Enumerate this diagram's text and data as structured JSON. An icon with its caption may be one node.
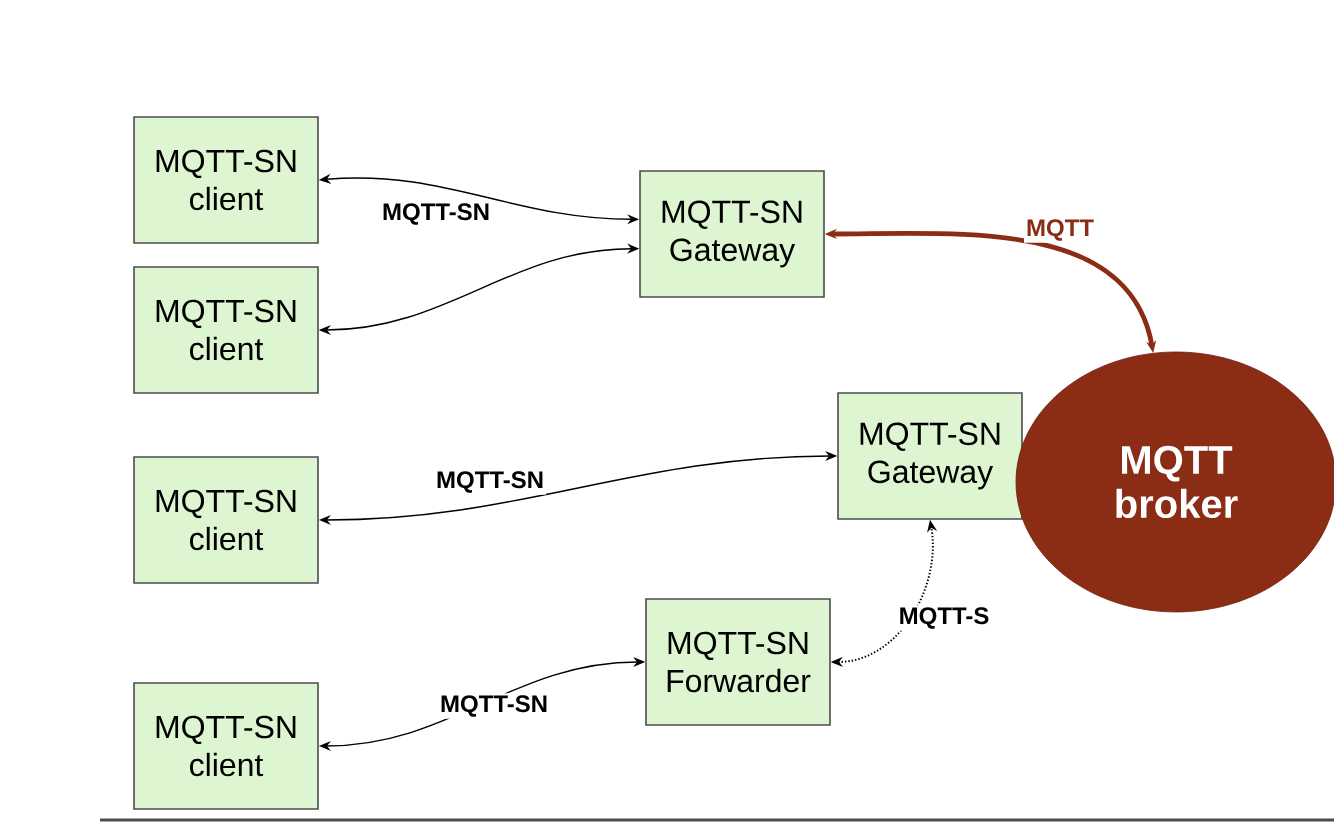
{
  "diagram": {
    "nodes": [
      {
        "text": [
          "MQTT-SN client"
        ]
      },
      {
        "text": [
          "MQTT-SN client"
        ]
      },
      {
        "text": [
          "MQTT-SN Gateway"
        ]
      },
      {
        "text": [
          "MQTT-SN client"
        ]
      },
      {
        "text": [
          "MQTT-SN Gateway"
        ]
      },
      {
        "text": [
          "MQTT broker"
        ]
      },
      {
        "text": [
          "MQTT-SN Forwarder"
        ]
      },
      {
        "text": [
          "MQTT-SN client"
        ]
      }
    ],
    "edges": [
      {
        "from": 0,
        "to": 2,
        "arrow": "both",
        "label": "MQTT-SN"
      },
      {
        "from": 1,
        "to": 2,
        "arrow": "both"
      },
      {
        "from": 2,
        "to": 5,
        "arrow": "both",
        "label": "MQTT",
        "color": "#8b2c14",
        "style": "thick"
      },
      {
        "from": 3,
        "to": 4,
        "arrow": "both",
        "label": "MQTT-SN"
      },
      {
        "from": 6,
        "to": 4,
        "arrow": "both",
        "label": "MQTT-S",
        "style": "dashed"
      },
      {
        "from": 7,
        "to": 6,
        "arrow": "both",
        "label": "MQTT-SN"
      }
    ]
  }
}
